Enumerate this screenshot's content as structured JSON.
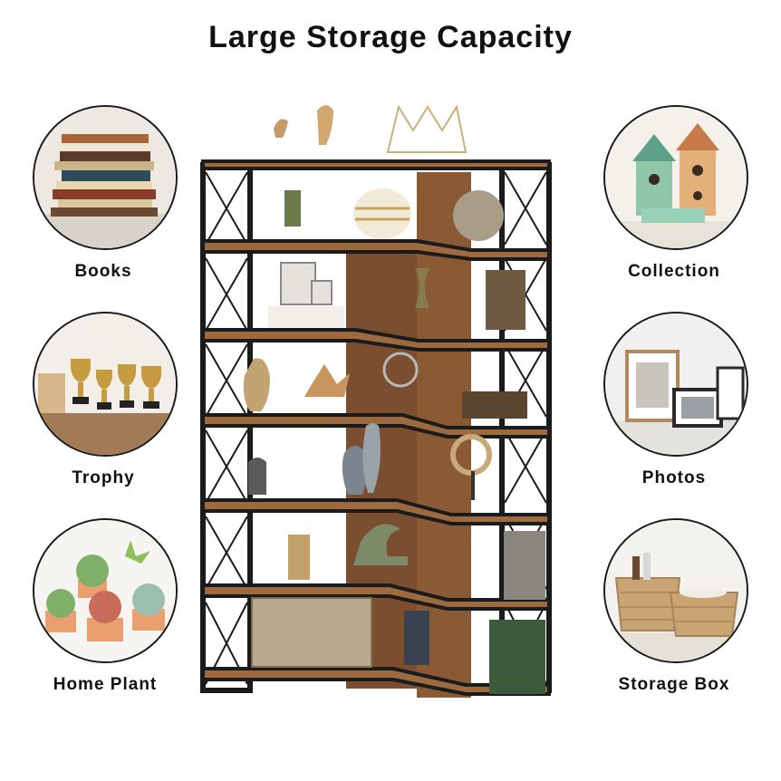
{
  "title": "Large Storage Capacity",
  "features": {
    "books": "Books",
    "trophy": "Trophy",
    "home_plant": "Home Plant",
    "collection": "Collection",
    "photos": "Photos",
    "storage_box": "Storage Box"
  },
  "colors": {
    "frame": "#1b1b1b",
    "wood": "#8a5a34",
    "wood_light": "#b07a4a",
    "gold": "#b8893a"
  }
}
